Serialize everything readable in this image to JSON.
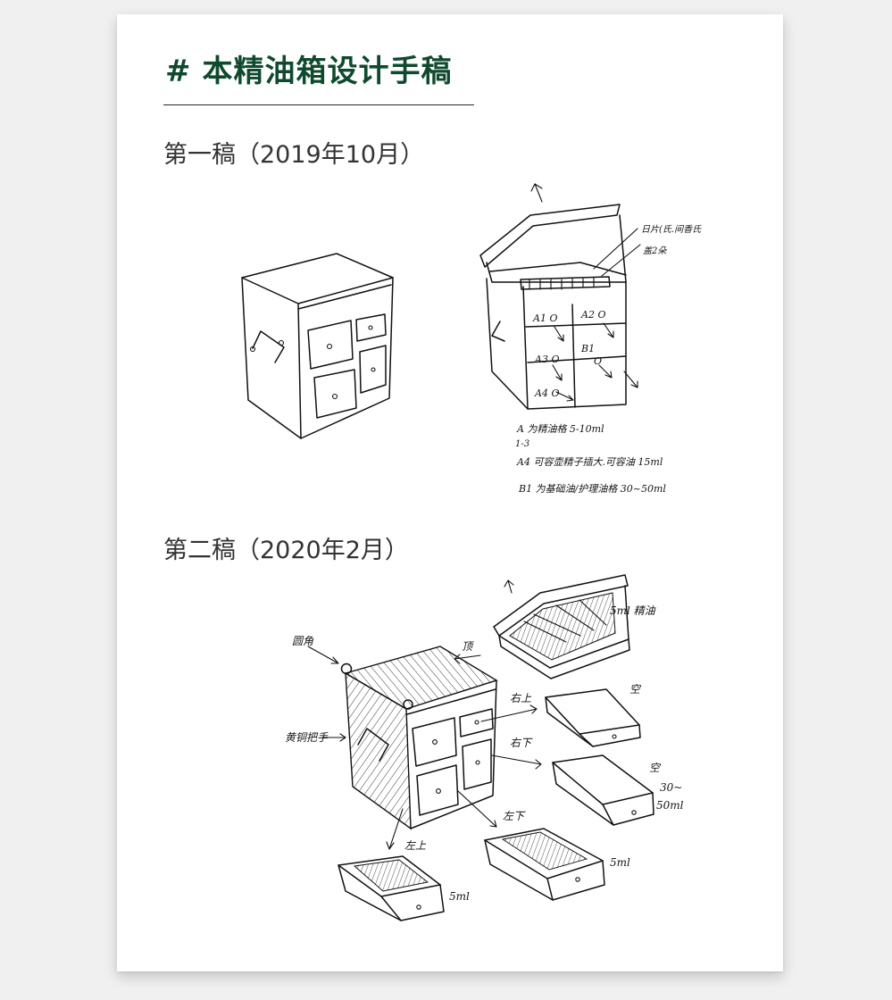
{
  "title": {
    "hash": "#",
    "text": "本精油箱设计手稿"
  },
  "sections": [
    {
      "heading": "第一稿（2019年10月）",
      "annotations": {
        "lid_inner": "日片(氏.间香氏",
        "tray": "盖2朵",
        "drawer_a1": "A1 O",
        "drawer_a2": "A2 O",
        "drawer_a3": "A3 O",
        "drawer_b1": "B1",
        "drawer_b1_knob": "O",
        "drawer_a4": "A4 O",
        "note1": "A 为精油格 5-10ml",
        "note1_sub": "1-3",
        "note2": "A4 可容壶精子插大.可容油 15ml",
        "note3": "B1 为基础油/护理油格 30~50ml"
      }
    },
    {
      "heading": "第二稿（2020年2月）",
      "annotations": {
        "corner": "圆角",
        "top": "顶",
        "handle": "黄铜把手",
        "lid_tray": "5ml 精油",
        "upper_right": "右上",
        "empty1": "空",
        "lower_right": "右下",
        "empty2": "空",
        "size_30": "30~",
        "size_50": "50ml",
        "lower_left": "左下",
        "upper_left": "左上",
        "size_5ml_a": "5ml",
        "size_5ml_b": "5ml"
      }
    }
  ],
  "colors": {
    "title": "#0f4a2e",
    "heading": "#333333",
    "background": "#f0f0f0",
    "paper": "#ffffff"
  }
}
